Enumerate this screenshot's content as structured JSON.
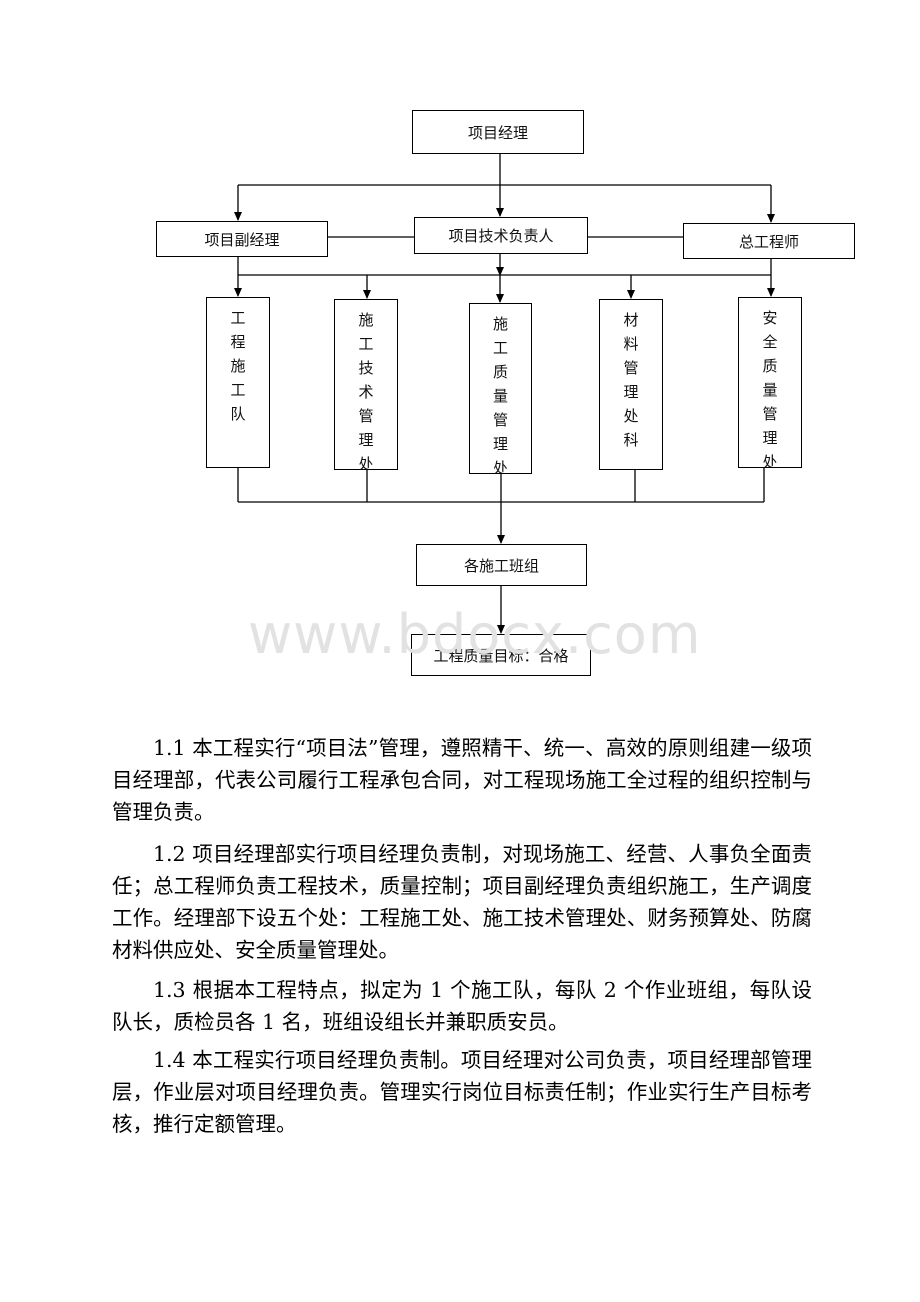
{
  "diagram": {
    "top": "项目经理",
    "level2": [
      "项目副经理",
      "项目技术负责人",
      "总工程师"
    ],
    "departments": [
      "工程施工队",
      "施工技术管理处",
      "施工质量管理处",
      "材料管理处科",
      "安全质量管理处"
    ],
    "teams": "各施工班组",
    "goal": "工程质量目标：合格"
  },
  "watermark": "www.bdocx.com",
  "paragraphs": [
    "1.1 本工程实行“项目法”管理，遵照精干、统一、高效的原则组建一级项目经理部，代表公司履行工程承包合同，对工程现场施工全过程的组织控制与管理负责。",
    "1.2 项目经理部实行项目经理负责制，对现场施工、经营、人事负全面责任；总工程师负责工程技术，质量控制；项目副经理负责组织施工，生产调度工作。经理部下设五个处：工程施工处、施工技术管理处、财务预算处、防腐材料供应处、安全质量管理处。",
    "1.3 根据本工程特点，拟定为 1 个施工队，每队 2 个作业班组，每队设队长，质检员各 1 名，班组设组长并兼职质安员。",
    "1.4 本工程实行项目经理负责制。项目经理对公司负责，项目经理部管理层，作业层对项目经理负责。管理实行岗位目标责任制；作业实行生产目标考核，推行定额管理。"
  ]
}
